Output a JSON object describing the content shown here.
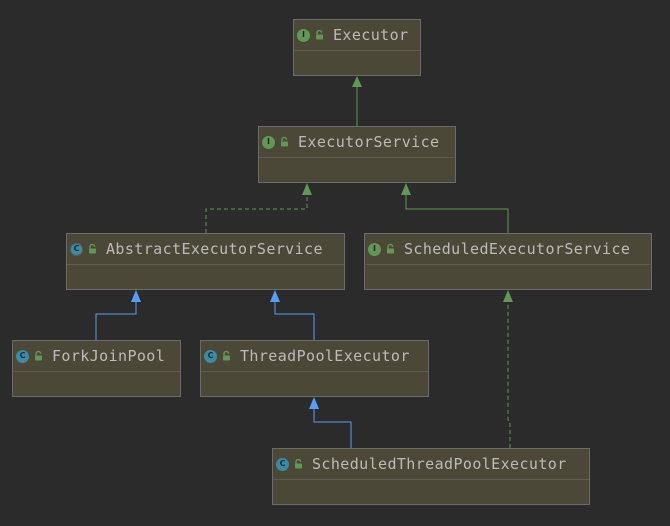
{
  "diagram": {
    "nodes": {
      "executor": {
        "label": "Executor",
        "kind": "interface",
        "badge": "I",
        "icon": "interface-icon"
      },
      "executor_service": {
        "label": "ExecutorService",
        "kind": "interface",
        "badge": "I",
        "icon": "interface-icon"
      },
      "abstract_executor_service": {
        "label": "AbstractExecutorService",
        "kind": "abstract-class",
        "badge": "C",
        "icon": "abstract-class-icon"
      },
      "scheduled_executor_service": {
        "label": "ScheduledExecutorService",
        "kind": "interface",
        "badge": "I",
        "icon": "interface-icon"
      },
      "fork_join_pool": {
        "label": "ForkJoinPool",
        "kind": "class",
        "badge": "C",
        "icon": "class-icon"
      },
      "thread_pool_executor": {
        "label": "ThreadPoolExecutor",
        "kind": "class",
        "badge": "C",
        "icon": "class-icon"
      },
      "scheduled_thread_pool_executor": {
        "label": "ScheduledThreadPoolExecutor",
        "kind": "class",
        "badge": "C",
        "icon": "class-icon"
      }
    },
    "edges": [
      {
        "from": "executor_service",
        "to": "executor",
        "relation": "extends"
      },
      {
        "from": "abstract_executor_service",
        "to": "executor_service",
        "relation": "implements"
      },
      {
        "from": "scheduled_executor_service",
        "to": "executor_service",
        "relation": "extends"
      },
      {
        "from": "fork_join_pool",
        "to": "abstract_executor_service",
        "relation": "extends"
      },
      {
        "from": "thread_pool_executor",
        "to": "abstract_executor_service",
        "relation": "extends"
      },
      {
        "from": "scheduled_thread_pool_executor",
        "to": "thread_pool_executor",
        "relation": "extends"
      },
      {
        "from": "scheduled_thread_pool_executor",
        "to": "scheduled_executor_service",
        "relation": "implements"
      }
    ],
    "colors": {
      "background": "#2b2b2b",
      "node_fill": "#4b4838",
      "interface_edge": "#629755",
      "class_edge": "#589df6",
      "interface_badge": "#629755",
      "class_badge": "#3c8aa6",
      "text": "#bbbbbb"
    }
  }
}
